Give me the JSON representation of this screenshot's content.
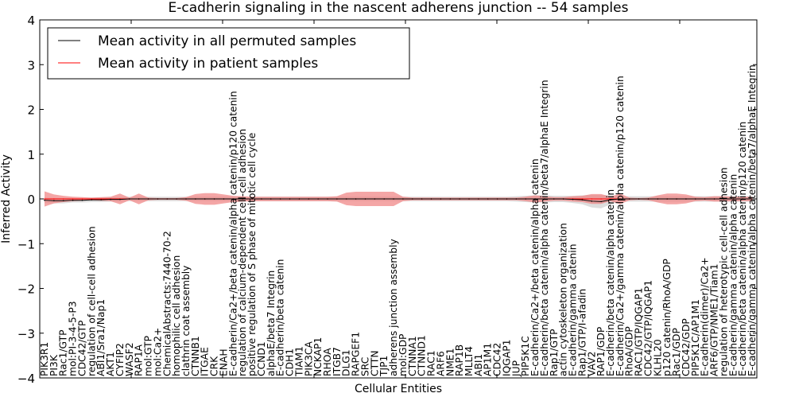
{
  "chart_data": {
    "type": "line",
    "title": "E-cadherin signaling in the nascent adherens junction -- 54 samples",
    "xlabel": "Cellular Entities",
    "ylabel": "Inferred Activity",
    "ylim": [
      -4,
      4
    ],
    "yticks": [
      "−4",
      "−3",
      "−2",
      "−1",
      "0",
      "1",
      "2",
      "3",
      "4"
    ],
    "grid": false,
    "legend_position": "top-left",
    "categories": [
      "PIK3R1",
      "PI3K",
      "Rac1/GTP",
      "mol:PI-3-4-5-P3",
      "CDC42/GTP",
      "regulation of cell-cell adhesion",
      "ABI1/Sra1/Nap1",
      "AKT1",
      "CYFIP2",
      "WASF2",
      "RAP1A",
      "mol:GTP",
      "mol:Ca2+",
      "ChemicalAbstracts:7440-70-2",
      "homophilic cell adhesion",
      "clathrin coat assembly",
      "CTNNB1",
      "ITGAE",
      "CRK",
      "ENAH",
      "E-cadherin/Ca2+/beta catenin/alpha catenin/p120 catenin",
      "regulation of calcium-dependent cell-cell adhesion",
      "positive regulation of S phase of mitotic cell cycle",
      "CCND1",
      "alphaE/beta7 Integrin",
      "E-cadherin/beta catenin",
      "CDH1",
      "TIAM1",
      "PIK3CA",
      "NCKAP1",
      "RHOA",
      "ITGB7",
      "DLG1",
      "RAPGEF1",
      "SRC",
      "CTTN",
      "TJP1",
      "adherens junction assembly",
      "mol:GDP",
      "CTNNA1",
      "CTNND1",
      "RAC1",
      "ARF6",
      "NME1",
      "RAP1B",
      "MLLT4",
      "ABI1",
      "AP1M1",
      "CDC42",
      "IQGAP1",
      "JUP",
      "PIP5K1C",
      "E-cadherin/Ca2+/beta catenin/alpha catenin",
      "E-cadherin/beta catenin/alpha catenin/beta7/alphaE Integrin",
      "Rap1/GTP",
      "actin cytoskeleton organization",
      "E-cadherin/gamma catenin",
      "Rap1/GTP/I-afadin",
      "VAV2",
      "RAP1/GDP",
      "E-cadherin/beta catenin/alpha catenin",
      "E-cadherin/Ca2+/gamma catenin/alpha catenin/p120 catenin",
      "RhoA/GDP",
      "RAC1/GTP/IQGAP1",
      "CDC42/GTP/IQGAP1",
      "KLHL20",
      "p120 catenin/RhoA/GDP",
      "Rac1/GDP",
      "CDC42/GDP",
      "PIP5K1C/AP1M1",
      "E-cadherin(dimer)/Ca2+",
      "ARF6/GTP/NME1/Tiam1",
      "regulation of heterotypic cell-cell adhesion",
      "E-cadherin/gamma catenin/alpha catenin",
      "E-cadherin/beta catenin/alpha catenin/p120 catenin",
      "E-cadherin/gamma catenin/alpha catenin/beta7/alphaE Integrin"
    ],
    "series": [
      {
        "name": "Mean activity in all permuted samples",
        "color": "#000000",
        "band_color": "#bbbbbb",
        "mean": [
          -0.03,
          -0.04,
          -0.04,
          -0.03,
          -0.03,
          -0.02,
          -0.02,
          -0.01,
          -0.01,
          0,
          0,
          0,
          0,
          0,
          0,
          0,
          0,
          0,
          0,
          0,
          0,
          0,
          0,
          0,
          0,
          0,
          0,
          0,
          0,
          0,
          0,
          0,
          0,
          0,
          0,
          0,
          0,
          0,
          0,
          0,
          0,
          0,
          0,
          0,
          0,
          0,
          0,
          0,
          0,
          0,
          0,
          0,
          0,
          0,
          0,
          0,
          -0.01,
          -0.02,
          -0.05,
          -0.06,
          -0.02,
          0,
          0,
          0,
          0,
          0,
          0,
          0,
          0,
          0,
          0,
          0,
          0,
          0,
          0,
          0
        ],
        "std": [
          0.06,
          0.06,
          0.06,
          0.05,
          0.05,
          0.05,
          0.05,
          0.05,
          0.05,
          0.05,
          0.05,
          0.05,
          0.05,
          0.05,
          0.05,
          0.05,
          0.05,
          0.05,
          0.05,
          0.05,
          0.05,
          0.05,
          0.05,
          0.05,
          0.05,
          0.05,
          0.05,
          0.05,
          0.05,
          0.05,
          0.05,
          0.05,
          0.05,
          0.05,
          0.05,
          0.05,
          0.05,
          0.05,
          0.05,
          0.05,
          0.05,
          0.05,
          0.05,
          0.05,
          0.05,
          0.05,
          0.05,
          0.05,
          0.05,
          0.05,
          0.06,
          0.07,
          0.08,
          0.08,
          0.07,
          0.07,
          0.08,
          0.1,
          0.14,
          0.15,
          0.1,
          0.06,
          0.06,
          0.06,
          0.06,
          0.06,
          0.06,
          0.06,
          0.06,
          0.06,
          0.06,
          0.06,
          0.06,
          0.06,
          0.06,
          0.06
        ]
      },
      {
        "name": "Mean activity in patient samples",
        "color": "#ff0000",
        "band_color": "#f08080",
        "mean": [
          0,
          0,
          0,
          0,
          0,
          0,
          0,
          0,
          0,
          0,
          0,
          0,
          0,
          0,
          0,
          0,
          0,
          0,
          0,
          0,
          0,
          0,
          0,
          0,
          0,
          0,
          0,
          0,
          0,
          0,
          0,
          0,
          0,
          0,
          0,
          0,
          0,
          0,
          0,
          0,
          0,
          0,
          0,
          0,
          0,
          0,
          0,
          0,
          0,
          0,
          0,
          0,
          0,
          0,
          0,
          0,
          0,
          0,
          0,
          0,
          0,
          0,
          0,
          0,
          0,
          0,
          0,
          0,
          0,
          0,
          0,
          0,
          0,
          0,
          0,
          0
        ],
        "std": [
          0.17,
          0.1,
          0.07,
          0.05,
          0.04,
          0.03,
          0.04,
          0.05,
          0.12,
          0.03,
          0.12,
          0.03,
          0.02,
          0.02,
          0.02,
          0.04,
          0.11,
          0.13,
          0.13,
          0.1,
          0.07,
          0.06,
          0.05,
          0.05,
          0.05,
          0.05,
          0.05,
          0.05,
          0.05,
          0.05,
          0.05,
          0.06,
          0.14,
          0.16,
          0.16,
          0.16,
          0.16,
          0.16,
          0.05,
          0.03,
          0.03,
          0.03,
          0.03,
          0.03,
          0.03,
          0.03,
          0.03,
          0.03,
          0.03,
          0.03,
          0.03,
          0.05,
          0.08,
          0.06,
          0.04,
          0.04,
          0.06,
          0.07,
          0.11,
          0.11,
          0.05,
          0.12,
          0.03,
          0.02,
          0.03,
          0.08,
          0.12,
          0.12,
          0.1,
          0.05,
          0.04,
          0.06,
          0.06,
          0.05,
          0.05,
          0.05
        ]
      }
    ]
  }
}
